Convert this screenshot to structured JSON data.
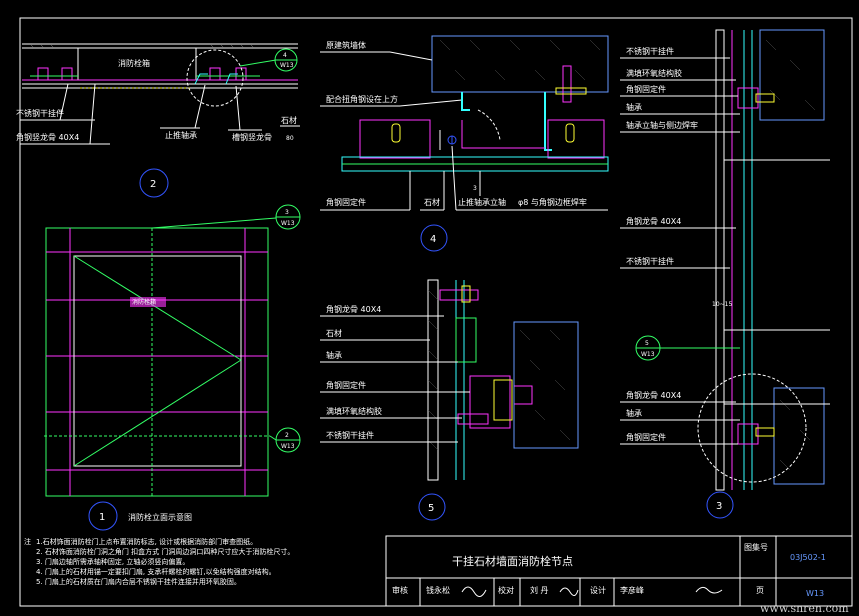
{
  "colors": {
    "bg": "#000000",
    "frame": "#ffffff",
    "magenta": "#ff33ff",
    "cyan": "#33ffff",
    "green": "#33ff66",
    "blue": "#3355ff",
    "yellow": "#ffff33",
    "lightblue": "#6699ff",
    "grey": "#999999"
  },
  "detail2": {
    "hydrant_box": "消防栓箱",
    "stainless_hook": "不锈钢干挂件",
    "angle_keel": "角钢竖龙骨 40X4",
    "stop_pin": "止推轴承",
    "stone": "石材",
    "channel_keel": "槽钢竖龙骨",
    "dim": "80",
    "callout_num": "4",
    "callout_sheet": "W13",
    "circle_num": "2"
  },
  "detail1": {
    "box_label": "消防栓箱",
    "title": "消防栓立面示意图",
    "circle_num": "1",
    "callout_a_num": "3",
    "callout_a_sheet": "W13",
    "callout_b_num": "2",
    "callout_b_sheet": "W13"
  },
  "detail4": {
    "wall": "原建筑墙体",
    "plate_note": "配合扭角钢设在上方",
    "angle_fix": "角钢固定件",
    "stone": "石材",
    "stop_pin": "止推轴承立轴",
    "weld_note": "φ8 与角钢边框焊牢",
    "dim": "3",
    "circle_num": "4"
  },
  "detail5": {
    "angle_keel": "角钢龙骨 40X4",
    "stone": "石材",
    "pin": "轴承",
    "angle_fix": "角钢固定件",
    "epoxy": "满填环氧结构胶",
    "hook": "不锈钢干挂件",
    "circle_num": "5"
  },
  "detail3": {
    "hook_top": "不锈钢干挂件",
    "epoxy": "满填环氧结构胶",
    "angle_fix_top": "角钢固定件",
    "pin_top": "轴承",
    "weld": "轴承立轴与侧边焊牢",
    "angle_keel_mid": "角钢龙骨 40X4",
    "hook_mid": "不锈钢干挂件",
    "dim": "10~15",
    "callout_num": "5",
    "callout_sheet": "W13",
    "angle_keel_low": "角钢龙骨 40X4",
    "pin_low": "轴承",
    "angle_fix_low": "角钢固定件",
    "circle_num": "3"
  },
  "notes": {
    "heading": "注",
    "lines": [
      "1.石材饰面消防栓门上点布置消防标志, 设计或根据消防部门审查图纸。",
      "2. 石材饰面消防栓门洞之角门 扣盒方式     门洞周边洞口四种尺寸应大于消防栓尺寸。",
      "3. 门扇边轴所需承轴种固定, 立轴必须竖向偏置。",
      "4. 门扇上的石材用锚一定要扣门扇, 支承杆螺栓的螺钉,以免结构强度对结构。",
      "5. 门扇上的石材质在门扇内合层不锈钢干挂件连接并用环氧胶固。"
    ]
  },
  "titleblock": {
    "title": "干挂石材墙面消防栓节点",
    "atlas_label": "图集号",
    "atlas_no": "03J502-1",
    "row_labels": [
      "审核",
      "钱永松",
      "校对",
      "刘 丹",
      "设计",
      "李彦峰"
    ],
    "page_label": "页",
    "page_no": "W13"
  },
  "watermark": "www.snren.com"
}
